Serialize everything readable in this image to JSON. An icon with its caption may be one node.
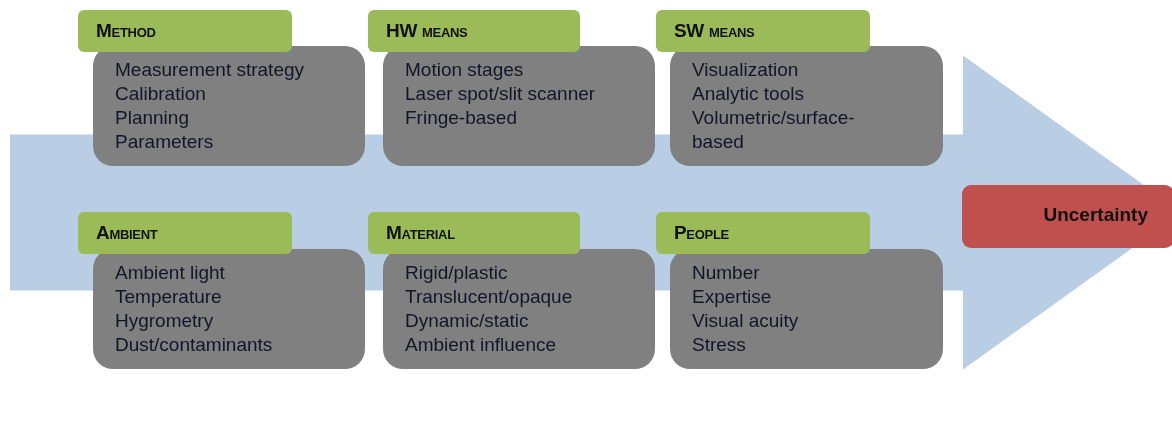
{
  "diagram": {
    "nodes": [
      {
        "text": [
          "Method"
        ]
      },
      {
        "text": [
          "Measurement strategy",
          "Calibration",
          "Planning",
          "Parameters"
        ]
      },
      {
        "text": [
          "HW means"
        ]
      },
      {
        "text": [
          "Motion stages",
          "Laser spot/slit scanner",
          "Fringe-based"
        ]
      },
      {
        "text": [
          "SW means"
        ]
      },
      {
        "text": [
          "Visualization",
          "Analytic tools",
          "Volumetric/surface-based"
        ]
      },
      {
        "text": [
          "Uncertainty"
        ]
      },
      {
        "text": [
          "Ambient"
        ]
      },
      {
        "text": [
          "Ambient light",
          "Temperature",
          "Hygrometry",
          "Dust/contaminants"
        ]
      },
      {
        "text": [
          "Material"
        ]
      },
      {
        "text": [
          "Rigid/plastic",
          "Translucent/opaque",
          "Dynamic/static",
          "Ambient influence"
        ]
      },
      {
        "text": [
          "People"
        ]
      },
      {
        "text": [
          "Number",
          "Expertise",
          "Visual acuity",
          "Stress"
        ]
      }
    ],
    "edges": [
      {
        "from": null,
        "to": 6,
        "arrow": "to"
      }
    ]
  }
}
